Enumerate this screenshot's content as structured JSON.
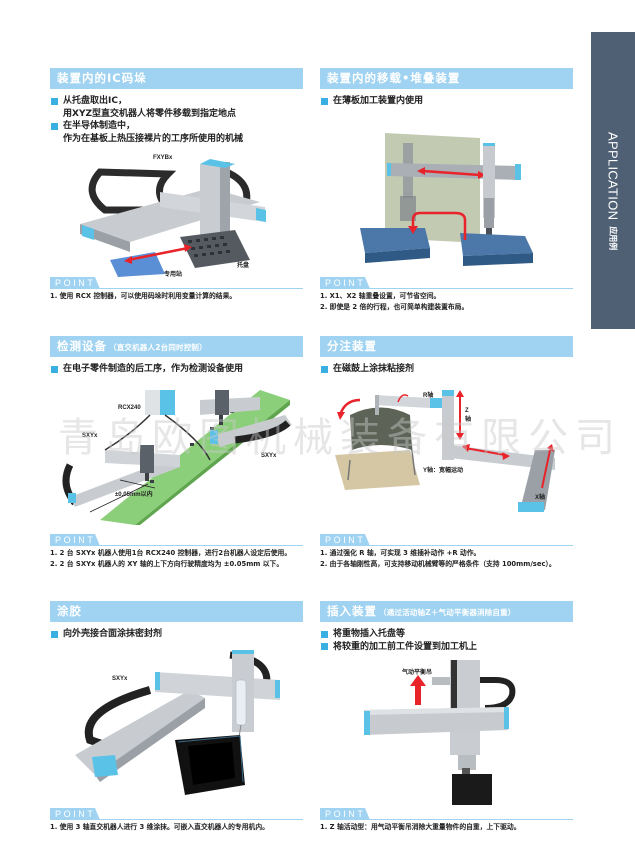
{
  "side_tab": {
    "en": "APPLICATION",
    "cn": "应用例"
  },
  "watermark": "青岛欧图机械装备有限公司",
  "point_label": "POINT",
  "sections": [
    {
      "title": "装置内的IC码垛",
      "subtitle": "",
      "bullets": [
        {
          "lines": [
            "从托盘取出IC，",
            "用XYZ型直交机器人将零件移载到指定地点"
          ]
        },
        {
          "lines": [
            "在半导体制造中，",
            "作为在基板上热压接裸片的工序所使用的机械"
          ]
        }
      ],
      "figure_labels": {
        "robot": "FXYBx",
        "tray": "托盘",
        "dedicated": "专用站"
      },
      "notes": [
        "1. 使用 RCX 控制器，可以使用码垛时利用变量计算的结果。"
      ]
    },
    {
      "title": "装置内的移载•堆叠装置",
      "subtitle": "",
      "bullets": [
        {
          "lines": [
            "在薄板加工装置内使用"
          ]
        }
      ],
      "figure_labels": {},
      "notes": [
        "1. X1、X2 轴重叠设置，可节省空间。",
        "2. 即使是 2 倍的行程，也可简单构建装置布局。"
      ]
    },
    {
      "title": "检测设备",
      "subtitle": "（直交机器人2台同时控制）",
      "bullets": [
        {
          "lines": [
            "在电子零件制造的后工序，作为检测设备使用"
          ]
        }
      ],
      "figure_labels": {
        "controller": "RCX240",
        "robot_left": "SXYx",
        "robot_right": "SXYx",
        "tolerance": "±0.05mm以内"
      },
      "notes": [
        "1. 2 台 SXYx 机器人使用1台 RCX240 控制器，进行2台机器人设定后使用。",
        "2. 2 台 SXYx 机器人的 XY 轴的上下方向行驶精度均为 ±0.05mm 以下。"
      ]
    },
    {
      "title": "分注装置",
      "subtitle": "",
      "bullets": [
        {
          "lines": [
            "在磁鼓上涂抹粘接剂"
          ]
        }
      ],
      "figure_labels": {
        "r_axis": "R轴",
        "z_axis": "Z轴",
        "y_axis": "Y轴：宽幅运动",
        "x_axis": "X轴"
      },
      "notes": [
        "1. 通过强化 R 轴，可实现 3 维插补动作 +R 动作。",
        "2. 由于各轴刚性高，可支持移动机械臂等的严格条件（支持 100mm/sec）。"
      ]
    },
    {
      "title": "涂胶",
      "subtitle": "",
      "bullets": [
        {
          "lines": [
            "向外壳接合面涂抹密封剂"
          ]
        }
      ],
      "figure_labels": {
        "robot": "SXYx"
      },
      "notes": [
        "1. 使用 3 轴直交机器人进行 3 维涂抹。可嵌入直交机器人的专用机内。"
      ]
    },
    {
      "title": "插入装置",
      "subtitle": "（通过活动轴Z＋气动平衡器消除自重）",
      "bullets": [
        {
          "lines": [
            "将重物插入托盘等"
          ]
        },
        {
          "lines": [
            "将较重的加工前工件设置到加工机上"
          ]
        }
      ],
      "figure_labels": {
        "balancer": "气动平衡吊"
      },
      "notes": [
        "1. Z 轴活动型：用气动平衡吊消除大重量物件的自重，上下驱动。"
      ]
    }
  ],
  "colors": {
    "title_bar": "#9fd3f1",
    "bullet": "#3ab0e2",
    "side_tab": "#4f6074",
    "arrow": "#e8232a"
  }
}
